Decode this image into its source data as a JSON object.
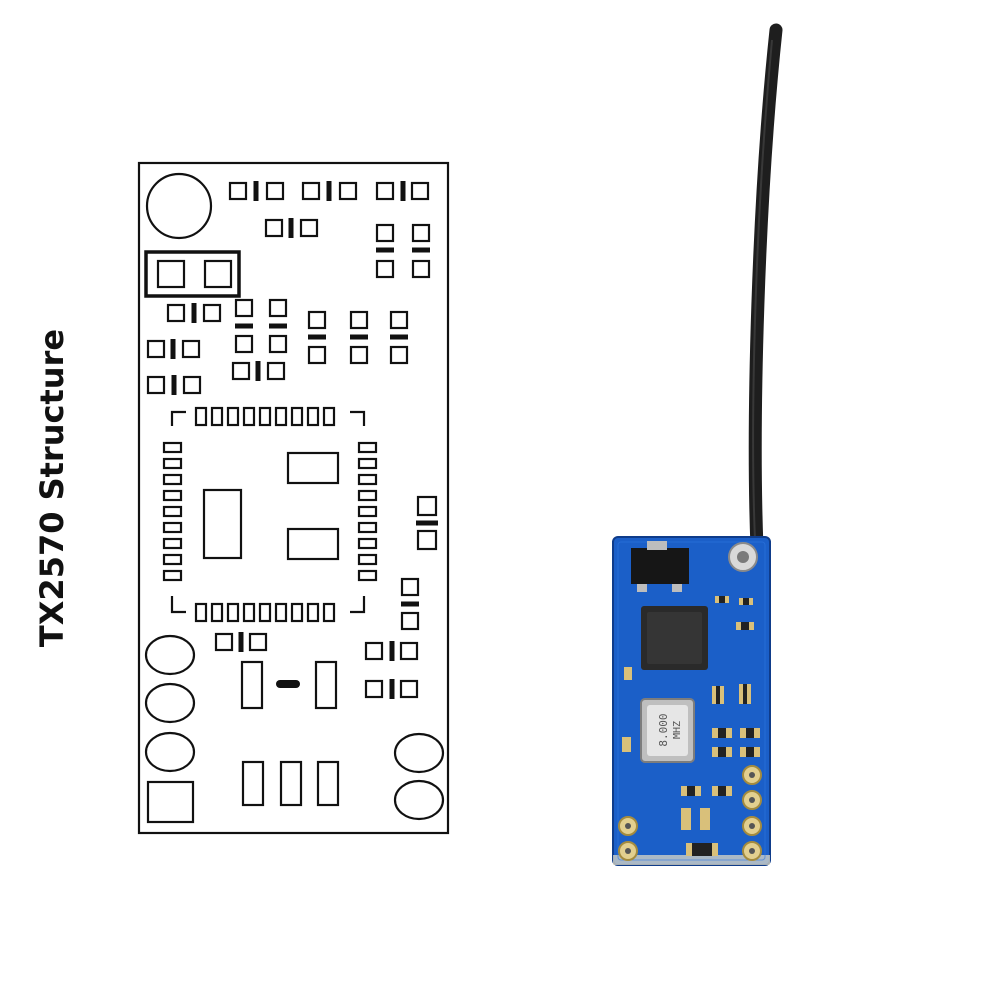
{
  "title": "TX2570 Structure",
  "crystal": {
    "line1": "8.000",
    "line2": "MHZ"
  },
  "colors": {
    "outline": "#111111",
    "pcb": "#1b5fc8",
    "pad_gold": "#d9c07a",
    "antenna": "#1e1e1e"
  }
}
